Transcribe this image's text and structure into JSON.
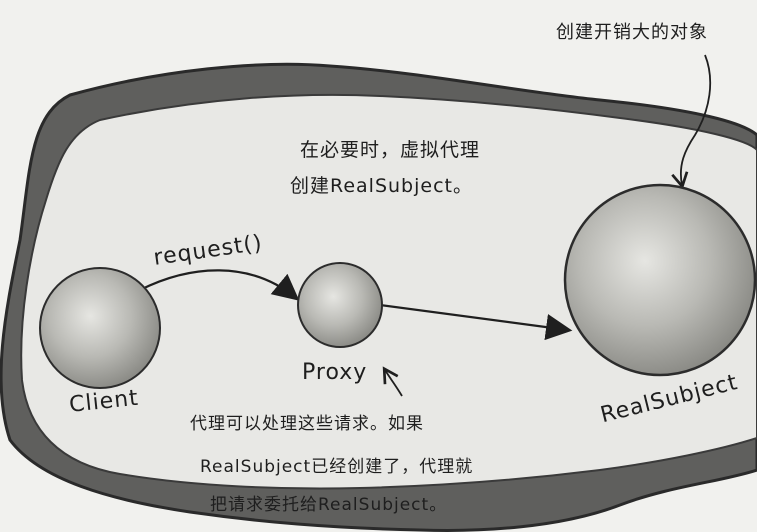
{
  "top_annotation": "创建开销大的对象",
  "virtual_proxy_note": {
    "line1": "在必要时，虚拟代理",
    "line2": "创建RealSubject。"
  },
  "request_label": "request()",
  "client_label": "Client",
  "proxy_label": "Proxy",
  "real_subject_label": "RealSubject",
  "bottom_note": {
    "line1": "代理可以处理这些请求。如果",
    "line2": "RealSubject已经创建了，代理就",
    "line3": "把请求委托给RealSubject。"
  }
}
